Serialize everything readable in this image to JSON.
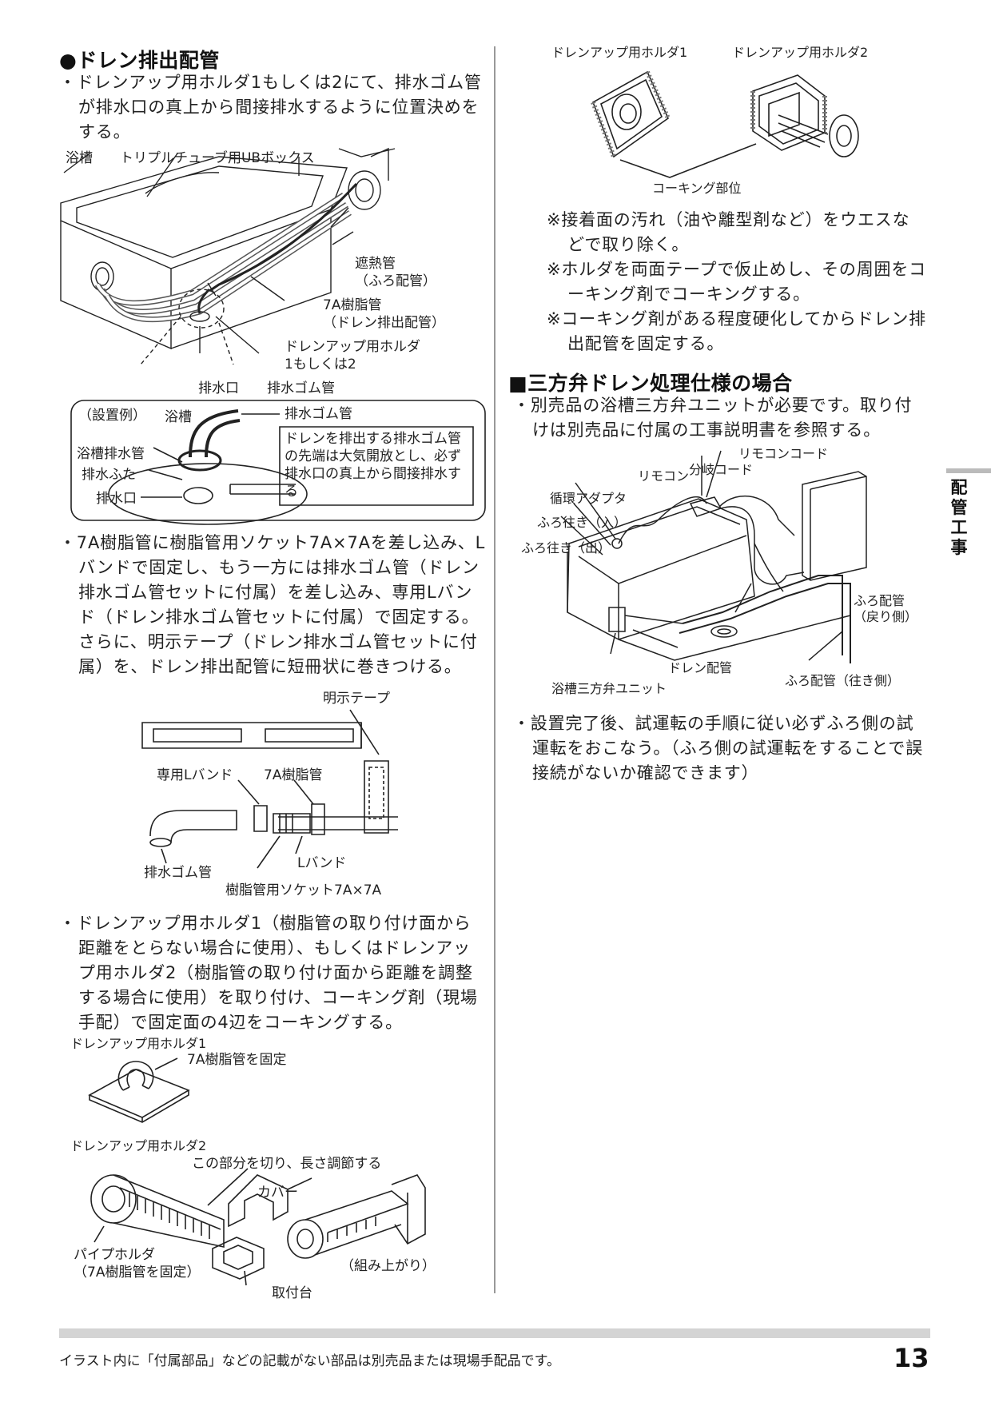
{
  "left": {
    "section_title": "●ドレン排出配管",
    "para1": "・ドレンアップ用ホルダ1もしくは2にて、排水ゴム管が排水口の真上から間接排水するように位置決めをする。",
    "fig1": {
      "l_yokusou": "浴槽",
      "l_ub_box": "トリプルチューブ用UBボックス",
      "l_shanetsu": "遮熱管",
      "l_shanetsu_sub": "（ふろ配管）",
      "l_7a": "7A樹脂管",
      "l_7a_sub": "（ドレン排出配管）",
      "l_holder": "ドレンアップ用ホルダ",
      "l_holder_sub": "1もしくは2",
      "l_haisui_kuchi": "排水口",
      "l_haisui_gomu": "排水ゴム管"
    },
    "inset": {
      "title": "（設置例）",
      "l_yokusou": "浴槽",
      "l_gomu": "排水ゴム管",
      "l_yokusou_haisui": "浴槽排水管",
      "l_futa": "排水ふた",
      "l_kuchi": "排水口",
      "note": "ドレンを排出する排水ゴム管の先端は大気開放とし、必ず排水口の真上から間接排水する"
    },
    "para2": "・7A樹脂管に樹脂管用ソケット7A×7Aを差し込み、Lバンドで固定し、もう一方には排水ゴム管（ドレン排水ゴム管セットに付属）を差し込み、専用Lバンド（ドレン排水ゴム管セットに付属）で固定する。さらに、明示テープ（ドレン排水ゴム管セットに付属）を、ドレン排出配管に短冊状に巻きつける。",
    "fig2": {
      "l_meiji": "明示テープ",
      "l_senyou": "専用Lバンド",
      "l_7a": "7A樹脂管",
      "l_gomu": "排水ゴム管",
      "l_lband": "Lバンド",
      "l_socket": "樹脂管用ソケット7A×7A"
    },
    "para3": "・ドレンアップ用ホルダ1（樹脂管の取り付け面から距離をとらない場合に使用）、もしくはドレンアップ用ホルダ2（樹脂管の取り付け面から距離を調整する場合に使用）を取り付け、コーキング剤（現場手配）で固定面の4辺をコーキングする。",
    "fig3": {
      "holder1_title": "ドレンアップ用ホルダ1",
      "l_fix": "7A樹脂管を固定",
      "holder2_title": "ドレンアップ用ホルダ2",
      "l_cut": "この部分を切り、長さ調節する",
      "l_cover": "カバー",
      "l_pipe_holder": "パイプホルダ",
      "l_pipe_holder_sub": "（7A樹脂管を固定）",
      "l_base": "取付台",
      "l_assembled": "（組み上がり）"
    }
  },
  "right": {
    "fig4": {
      "l_h1": "ドレンアップ用ホルダ1",
      "l_h2": "ドレンアップ用ホルダ2",
      "l_caulk": "コーキング部位"
    },
    "note1": "※接着面の汚れ（油や離型剤など）をウエスなどで取り除く。",
    "note2": "※ホルダを両面テープで仮止めし、その周囲をコーキング剤でコーキングする。",
    "note3": "※コーキング剤がある程度硬化してからドレン排出配管を固定する。",
    "section_title": "■三方弁ドレン処理仕様の場合",
    "para1": "・別売品の浴槽三方弁ユニットが必要です。取り付けは別売品に付属の工事説明書を参照する。",
    "fig5": {
      "l_remocon_cord": "リモコンコード",
      "l_remocon": "リモコン",
      "l_bunki": "分岐コード",
      "l_junkan": "循環アダプタ",
      "l_furo_in": "ふろ往き（入）",
      "l_furo_out": "ふろ往き（出）",
      "l_furo_modori": "ふろ配管",
      "l_furo_modori_sub": "（戻り側）",
      "l_drain": "ドレン配管",
      "l_sanpouben": "浴槽三方弁ユニット",
      "l_furo_iki": "ふろ配管（往き側）"
    },
    "para2": "・設置完了後、試運転の手順に従い必ずふろ側の試運転をおこなう。（ふろ側の試運転をすることで誤接続がないか確認できます）"
  },
  "side_tab": "配管工事",
  "footer": {
    "note": "イラスト内に「付属部品」などの記載がない部品は別売品または現場手配品です。",
    "page": "13"
  }
}
